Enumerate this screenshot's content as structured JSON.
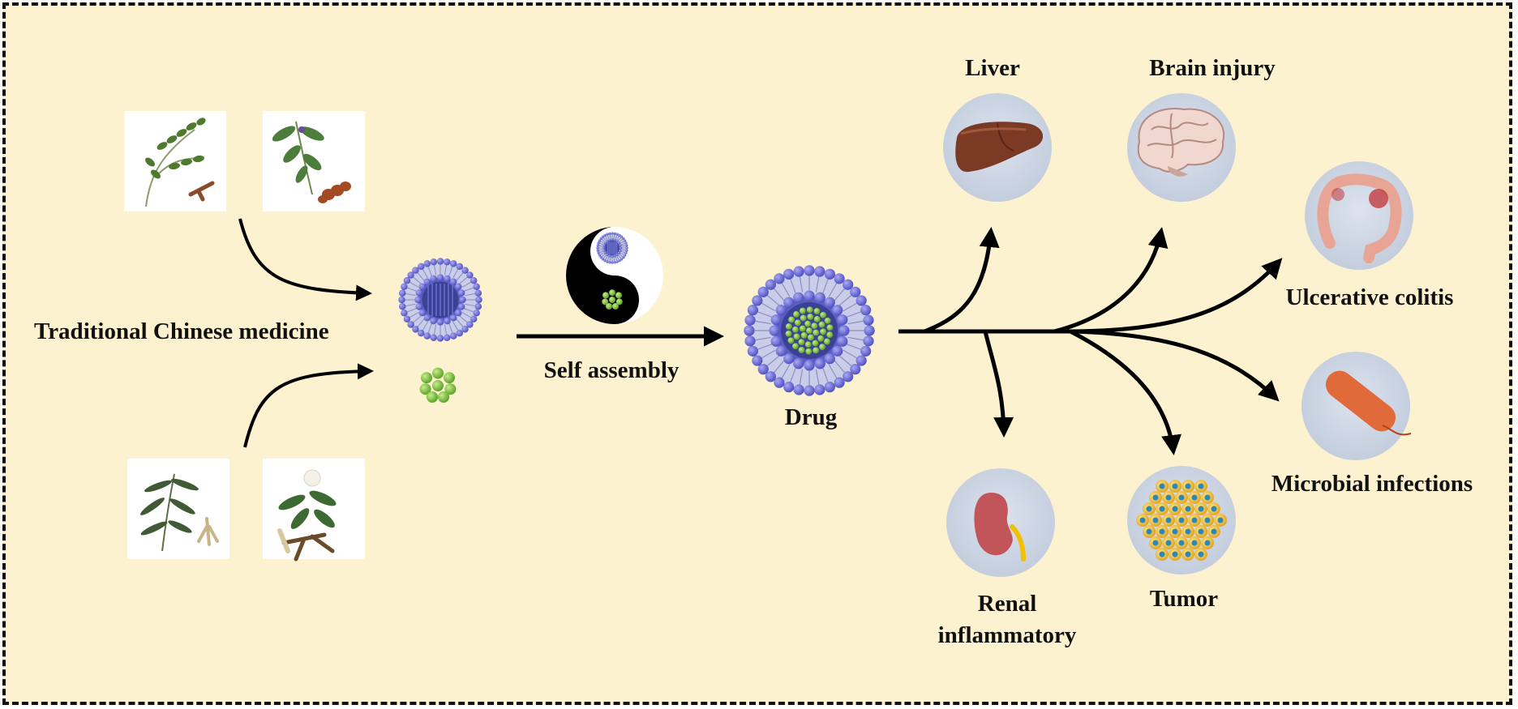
{
  "labels": {
    "source": "Traditional Chinese medicine",
    "process": "Self assembly",
    "product": "Drug",
    "targets": {
      "liver": "Liver",
      "brain": "Brain injury",
      "colitis": "Ulcerative colitis",
      "microbial": "Microbial infections",
      "renal_line1": "Renal",
      "renal_line2": "inflammatory",
      "tumor": "Tumor"
    }
  },
  "colors": {
    "background": "#fdf2d0",
    "border": "#111111",
    "arrow": "#000000",
    "nanoparticle_blue": "#6f6fd6",
    "nanoparticle_core": "#4a4fb0",
    "drug_green": "#7cc243",
    "organ_circle": "#cdd6e4"
  },
  "icons": {
    "herb_1": "licorice-herb-icon",
    "herb_2": "herb-with-root-icon",
    "herb_3": "scutellaria-herb-icon",
    "herb_4": "peony-herb-icon",
    "vesicle": "liposome-icon",
    "yinyang": "yin-yang-icon",
    "liver": "liver-icon",
    "brain": "brain-icon",
    "colon": "colon-icon",
    "bacterium": "bacterium-icon",
    "kidney": "kidney-icon",
    "tumor": "tumor-cells-icon"
  }
}
